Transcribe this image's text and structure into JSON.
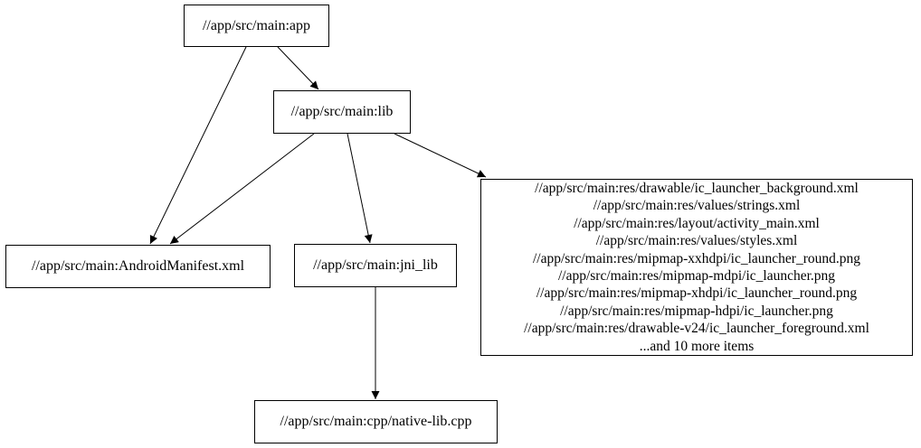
{
  "colors": {
    "background": "#ffffff",
    "node_border": "#000000",
    "node_fill": "#ffffff",
    "edge": "#000000",
    "text": "#000000"
  },
  "nodes": {
    "app": {
      "label": "//app/src/main:app"
    },
    "lib": {
      "label": "//app/src/main:lib"
    },
    "manifest": {
      "label": "//app/src/main:AndroidManifest.xml"
    },
    "jni_lib": {
      "label": "//app/src/main:jni_lib"
    },
    "resources": {
      "lines": [
        "//app/src/main:res/drawable/ic_launcher_background.xml",
        "//app/src/main:res/values/strings.xml",
        "//app/src/main:res/layout/activity_main.xml",
        "//app/src/main:res/values/styles.xml",
        "//app/src/main:res/mipmap-xxhdpi/ic_launcher_round.png",
        "//app/src/main:res/mipmap-mdpi/ic_launcher.png",
        "//app/src/main:res/mipmap-xhdpi/ic_launcher_round.png",
        "//app/src/main:res/mipmap-hdpi/ic_launcher.png",
        "//app/src/main:res/drawable-v24/ic_launcher_foreground.xml",
        "...and 10 more items"
      ]
    },
    "native_lib": {
      "label": "//app/src/main:cpp/native-lib.cpp"
    }
  },
  "edges": [
    {
      "from": "//app/src/main:app",
      "to": "//app/src/main:lib"
    },
    {
      "from": "//app/src/main:app",
      "to": "//app/src/main:AndroidManifest.xml"
    },
    {
      "from": "//app/src/main:lib",
      "to": "//app/src/main:AndroidManifest.xml"
    },
    {
      "from": "//app/src/main:lib",
      "to": "//app/src/main:jni_lib"
    },
    {
      "from": "//app/src/main:lib",
      "to": "resources-group"
    },
    {
      "from": "//app/src/main:jni_lib",
      "to": "//app/src/main:cpp/native-lib.cpp"
    }
  ]
}
